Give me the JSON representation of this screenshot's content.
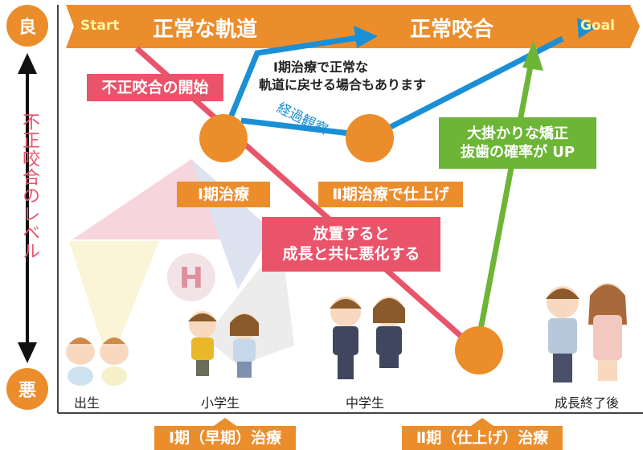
{
  "axis": {
    "top": "良",
    "bottom": "悪",
    "vertical_label": "不正咬合のレベル"
  },
  "banner": {
    "start": "Start",
    "goal": "Goal",
    "left": "正常な軌道",
    "right": "正常咬合"
  },
  "labels": {
    "onset": "不正咬合の開始",
    "phase1_return_line1": "Ⅰ期治療で正常な",
    "phase1_return_line2": "軌道に戻せる場合もあります",
    "observation": "経過観察",
    "phase1": "Ⅰ期治療",
    "phase2_finish": "Ⅱ期治療で仕上げ",
    "neglect_line1": "放置すると",
    "neglect_line2": "成長と共に悪化する",
    "big_line1": "大掛かりな矯正",
    "big_line2": "抜歯の確率が UP"
  },
  "stages": {
    "birth": "出生",
    "elementary": "小学生",
    "junior_high": "中学生",
    "adult": "成長終了後"
  },
  "footer": {
    "phase1_early": "Ⅰ期（早期）治療",
    "phase2_finish": "Ⅱ期（仕上げ）治療"
  },
  "colors": {
    "orange": "#ec8d2c",
    "red": "#e9546b",
    "blue": "#1a8fd6",
    "green": "#6db536"
  }
}
